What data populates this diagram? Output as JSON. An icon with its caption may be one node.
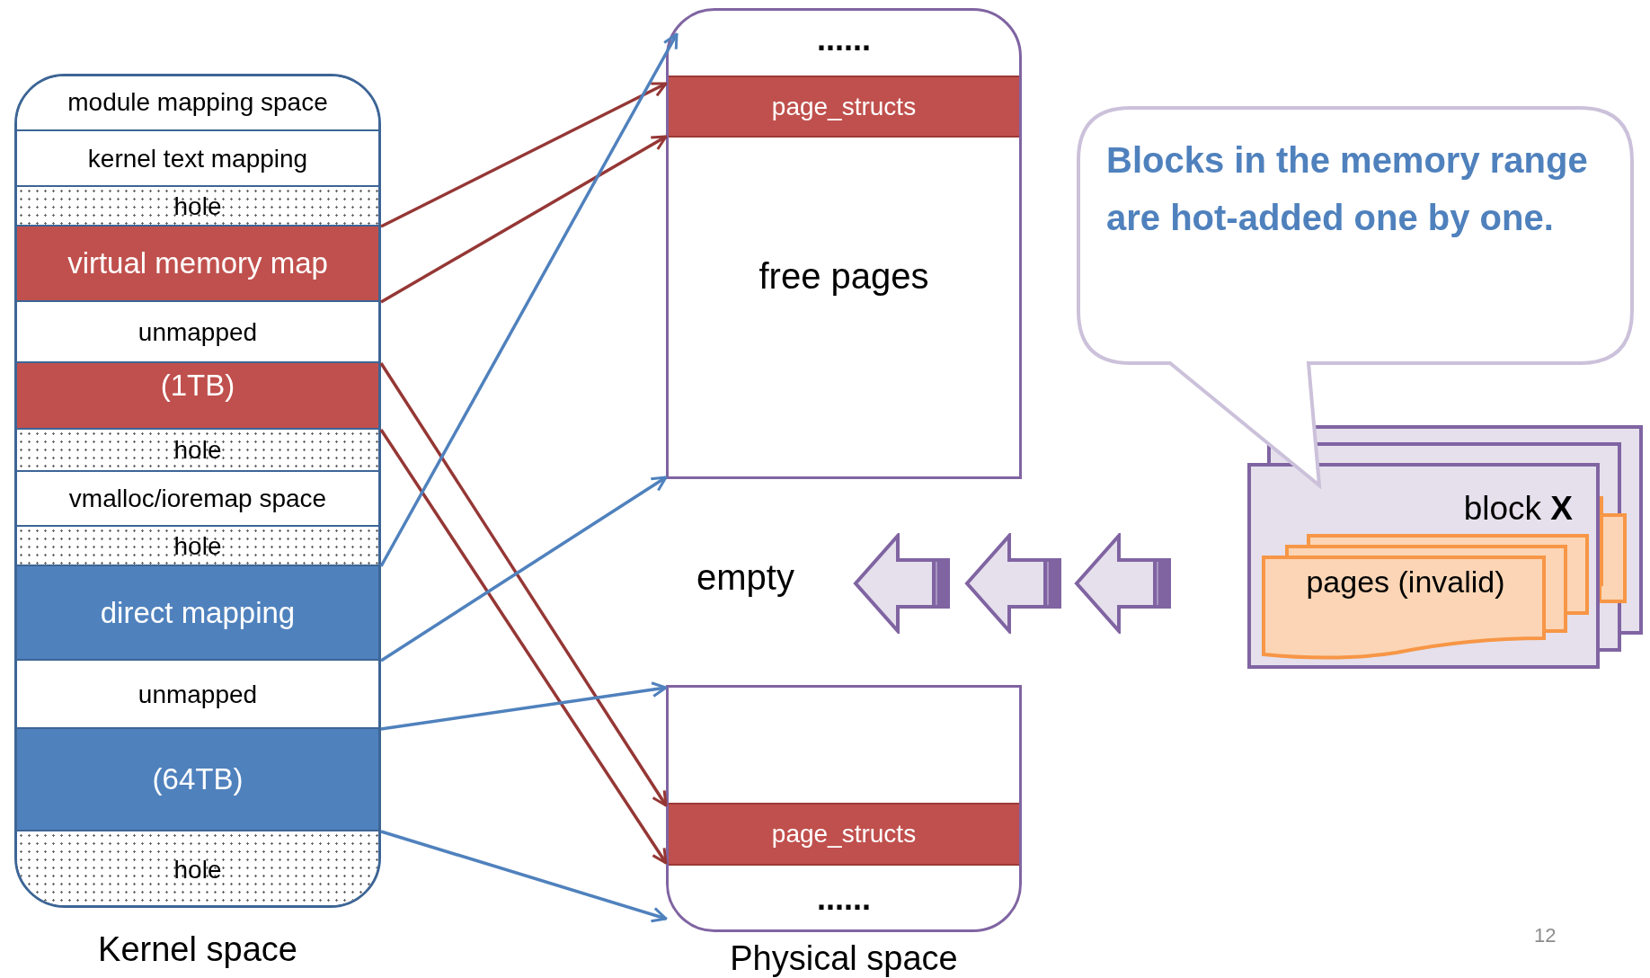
{
  "diagram": {
    "nodes": [
      {
        "text": [
          "Kernel space"
        ]
      },
      {
        "text": [
          "module mapping space"
        ],
        "in": 0
      },
      {
        "text": [
          "kernel text mapping"
        ],
        "in": 0
      },
      {
        "text": [
          "hole"
        ],
        "in": 0
      },
      {
        "text": [
          "virtual memory map"
        ],
        "in": 0
      },
      {
        "text": [
          "unmapped"
        ],
        "in": 0
      },
      {
        "text": [
          "(1TB)"
        ],
        "in": 0
      },
      {
        "text": [
          "hole"
        ],
        "in": 0
      },
      {
        "text": [
          "vmalloc/ioremap space"
        ],
        "in": 0
      },
      {
        "text": [
          "hole"
        ],
        "in": 0
      },
      {
        "text": [
          "direct mapping"
        ],
        "in": 0
      },
      {
        "text": [
          "unmapped"
        ],
        "in": 0
      },
      {
        "text": [
          "(64TB)"
        ],
        "in": 0
      },
      {
        "text": [
          "hole"
        ],
        "in": 0
      },
      {
        "text": [
          "......",
          "free pages"
        ]
      },
      {
        "text": [
          "page_structs"
        ],
        "in": 14
      },
      {
        "text": [
          "......"
        ]
      },
      {
        "text": [
          "page_structs"
        ],
        "in": 16
      },
      {
        "text": [
          "Blocks in the memory range are hot-added one by one."
        ]
      },
      {
        "text": [
          "block **X**"
        ]
      },
      {
        "text": [
          "pages (invalid)"
        ],
        "in": 19
      }
    ],
    "edges": [
      {
        "from": 4,
        "to": 15,
        "arrow": "to",
        "color": "#953735"
      },
      {
        "from": 4,
        "to": 15,
        "arrow": "to",
        "color": "#953735"
      },
      {
        "from": 6,
        "to": 17,
        "arrow": "to",
        "color": "#953735"
      },
      {
        "from": 6,
        "to": 17,
        "arrow": "to",
        "color": "#953735"
      },
      {
        "from": 10,
        "to": 14,
        "arrow": "to",
        "color": "#4f81bd"
      },
      {
        "from": 10,
        "to": 14,
        "arrow": "to",
        "color": "#4f81bd"
      },
      {
        "from": 12,
        "to": 16,
        "arrow": "to",
        "color": "#4f81bd"
      },
      {
        "from": 12,
        "to": 16,
        "arrow": "to",
        "color": "#4f81bd"
      }
    ],
    "labels": [
      "empty",
      "Physical space",
      "12"
    ]
  }
}
